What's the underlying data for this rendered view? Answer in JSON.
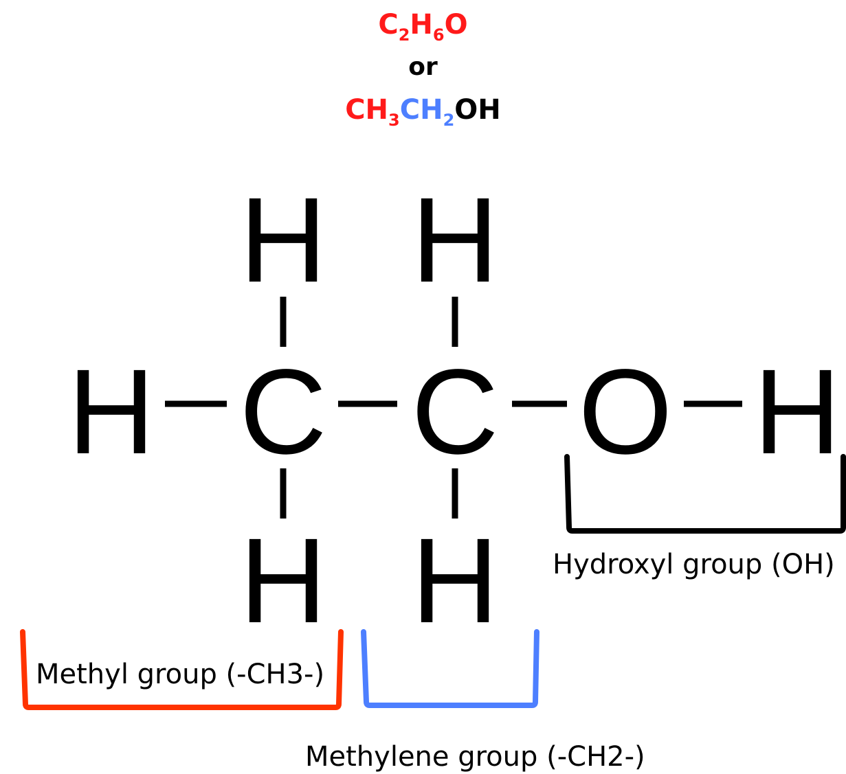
{
  "formulas": {
    "molecular": {
      "c": "C",
      "c_sub": "2",
      "h": "H",
      "h_sub": "6",
      "o": "O"
    },
    "or": "or",
    "condensed": {
      "ch3": "CH",
      "ch3_sub": "3",
      "ch2": "CH",
      "ch2_sub": "2",
      "oh": "OH"
    }
  },
  "atoms": {
    "h_top_1": "H",
    "h_top_2": "H",
    "h_left": "H",
    "c1": "C",
    "c2": "C",
    "o": "O",
    "h_right": "H",
    "h_bottom_1": "H",
    "h_bottom_2": "H"
  },
  "groups": {
    "methyl": {
      "label": "Methyl group (-CH3-)",
      "color": "#ff3300"
    },
    "methylene": {
      "label": "Methylene group (-CH2-)",
      "color": "#4d7fff"
    },
    "hydroxyl": {
      "label": "Hydroxyl group (OH)",
      "color": "#000000"
    }
  }
}
